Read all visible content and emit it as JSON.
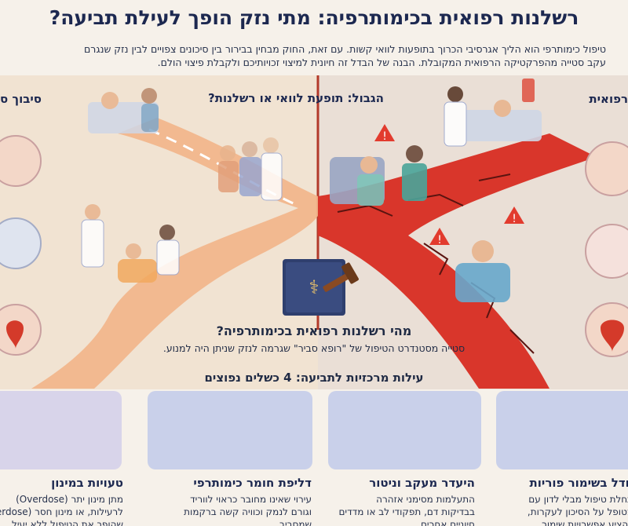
{
  "header": {
    "title": "רשלנות רפואית בכימותרפיה: מתי נזק הופך לעילת תביעה?",
    "intro_line1": "טיפול כימותרפי הוא הליך אגרסיבי הכרוך בתופעות לוואי קשות. עם זאת, החוק מבחין בבירור בין סיכונים צפויים לבין נזק שנגרם",
    "intro_line2": "עקב סטייה מהפרקטיקה הרפואית המקובלת. הבנה של הבדל זה חיונית למיצוי זכויותיכם ולקבלת פיצוי הולם."
  },
  "sections": {
    "left_heading": "סיבוך ס",
    "center_left_heading": "הגבול: תופעת לוואי או רשלנות?",
    "right_heading": "רפואית"
  },
  "question": {
    "title": "מהי רשלנות רפואית בכימותרפיה?",
    "text": "סטייה מסטנדרט הטיפול של \"רופא סביר\" שגרמה לנזק שניתן היה למנוע."
  },
  "cases": {
    "title": "עילות מרכזיות לתביעה: 4 כשלים נפוצים",
    "items": [
      {
        "title": "טעויות במינון",
        "text_line1": "מתן מינון יתר (Overdose)",
        "text_line2": "לרעילות, או מינון חסר (erdose",
        "text_line3": "שהופך את הטיפול ללא יעיל"
      },
      {
        "title": "דליפת חומר כימותרפי",
        "text_line1": "עירוי שאינו מחובר כראוי לווריד",
        "text_line2": "וגורם לנמק וכוויה קשה ברקמות",
        "text_line3": "שמסביב."
      },
      {
        "title": "היעדר מעקב וניטור",
        "text_line1": "התעלמות מסימני אזהרה",
        "text_line2": "בבדיקות דם, תפקודי לב או מדדים",
        "text_line3": "חיוניים אחרים."
      },
      {
        "title": "חדל בשימור פוריות",
        "text_line1": "תחלת טיפול מבלי לדון עם",
        "text_line2": "מטופל על הסיכון לעקרות,",
        "text_line3": "להציע אפשרויות שימור."
      }
    ]
  },
  "colors": {
    "title": "#1c2850",
    "safe_path": "#f2b488",
    "danger_path": "#d9362b",
    "card_bg": "#c9d0ea",
    "background": "#f6f1ea"
  }
}
